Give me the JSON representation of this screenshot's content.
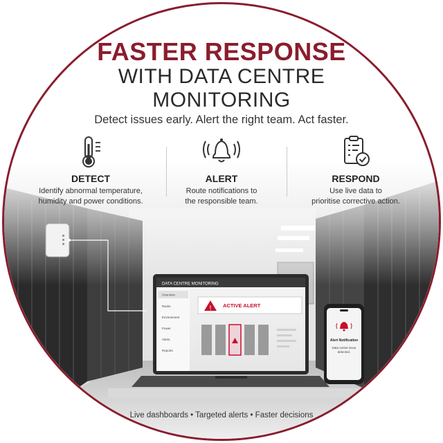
{
  "headline": {
    "line1": "FASTER RESPONSE",
    "line2": "WITH DATA CENTRE",
    "line3": "MONITORING"
  },
  "tagline": "Detect issues early. Alert the right team. Act faster.",
  "features": [
    {
      "icon": "thermometer-icon",
      "title": "DETECT",
      "desc_line1": "Identify abnormal temperature,",
      "desc_line2": "humidity and power conditions."
    },
    {
      "icon": "bell-icon",
      "title": "ALERT",
      "desc_line1": "Route notifications to",
      "desc_line2": "the responsible team."
    },
    {
      "icon": "clipboard-check-icon",
      "title": "RESPOND",
      "desc_line1": "Use live data to",
      "desc_line2": "prioritise corrective action."
    }
  ],
  "laptop": {
    "app_title": "DATA CENTRE MONITORING",
    "sidebar": [
      "Overview",
      "Racks",
      "Environment",
      "Power",
      "Alerts",
      "Reports"
    ],
    "alert_title": "ACTIVE ALERT"
  },
  "phone": {
    "title": "Alert Notification",
    "message_line1": "Data centre issue",
    "message_line2": "detected."
  },
  "footer": "Live dashboards • Targeted alerts • Faster decisions",
  "colors": {
    "brand": "#8a1d2e",
    "alert_red": "#c8102e",
    "text": "#2a2a2a"
  }
}
